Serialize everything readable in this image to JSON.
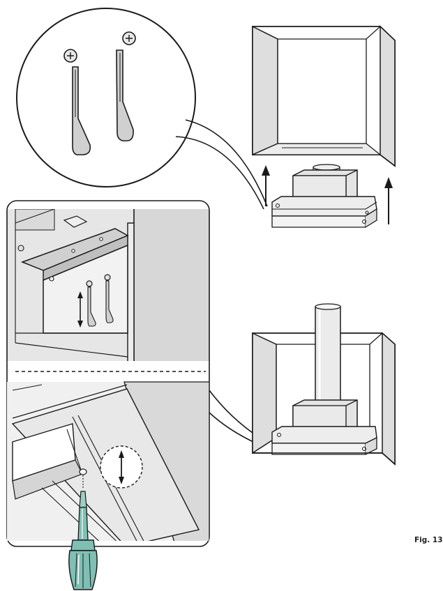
{
  "figure": {
    "label": "Fig. 13"
  },
  "colors": {
    "line": "#1a1a1a",
    "panel_grey": "#d9d9d9",
    "panel_dark": "#bdbdbd",
    "screwdriver_teal": "#7fbfb4",
    "white": "#ffffff"
  },
  "panels": [
    {
      "name": "detail-circle-bracket-clips"
    },
    {
      "name": "cabinet-top-before-insertion"
    },
    {
      "name": "detail-box-clip-adjustment"
    },
    {
      "name": "detail-box-screwdriver-release"
    },
    {
      "name": "cabinet-bottom-after-installation"
    }
  ],
  "icons": [
    "up-arrow-icon",
    "up-down-arrow-icon",
    "screwdriver-icon",
    "screw-icon"
  ]
}
